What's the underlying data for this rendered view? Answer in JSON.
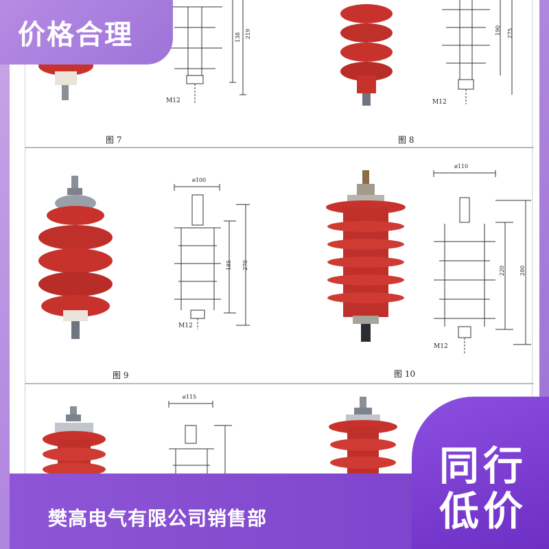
{
  "badge": {
    "text": "价格合理"
  },
  "promo": {
    "line1": "同行",
    "line2": "低价"
  },
  "company": {
    "name": "樊高电气有限公司销售部"
  },
  "figures": {
    "fig7": {
      "label": "图 7",
      "thread": "M12",
      "dim_inner": "138",
      "dim_outer": "219"
    },
    "fig8": {
      "label": "图 8",
      "thread": "M12",
      "dim_inner": "190",
      "dim_outer": "275"
    },
    "fig9": {
      "label": "图 9",
      "diameter": "ø100",
      "thread": "M12",
      "dim_inner": "185",
      "dim_outer": "270"
    },
    "fig10": {
      "label": "图 10",
      "diameter": "ø110",
      "thread": "M12",
      "dim_inner": "220",
      "dim_outer": "280"
    },
    "fig11": {
      "diameter": "ø115"
    }
  },
  "colors": {
    "insulator_red": "#c8322c",
    "badge_purple": "#9e73d8",
    "bar_purple": "#7a3fc9"
  }
}
